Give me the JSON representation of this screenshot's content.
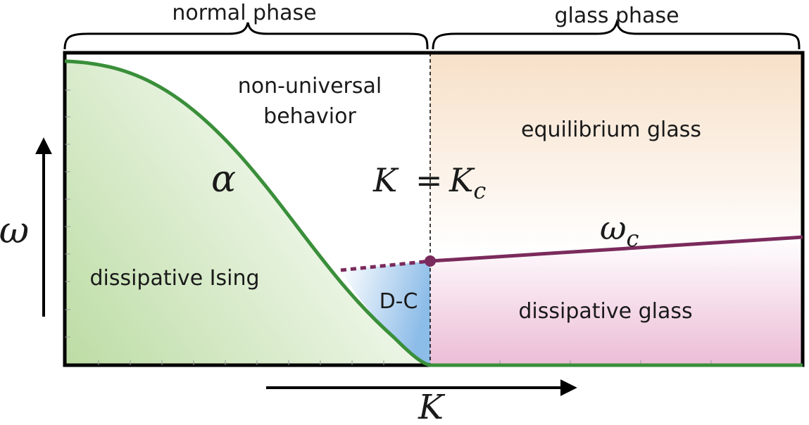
{
  "phases": {
    "normal": "normal phase",
    "glass": "glass phase"
  },
  "regions": {
    "non_universal_line1": "non-universal",
    "non_universal_line2": "behavior",
    "equilibrium_glass": "equilibrium glass",
    "dissipative_ising": "dissipative Ising",
    "dissipative_glass": "dissipative glass",
    "dc": "D-C"
  },
  "symbols": {
    "alpha": "α",
    "omega_c_main": "ω",
    "omega_c_sub": "c",
    "critical_K": "K",
    "critical_eq": "=",
    "critical_Kc": "K",
    "critical_Kc_sub": "c"
  },
  "axes": {
    "x_label": "K",
    "y_label": "ω"
  },
  "colors": {
    "green_curve": "#3a8f3a",
    "purple_line": "#7b2a5c",
    "green_fill": "#bcdca4",
    "blue_fill": "#8cbce8",
    "orange_fill": "#f7e0c8",
    "pink_fill": "#ecbcd6"
  }
}
